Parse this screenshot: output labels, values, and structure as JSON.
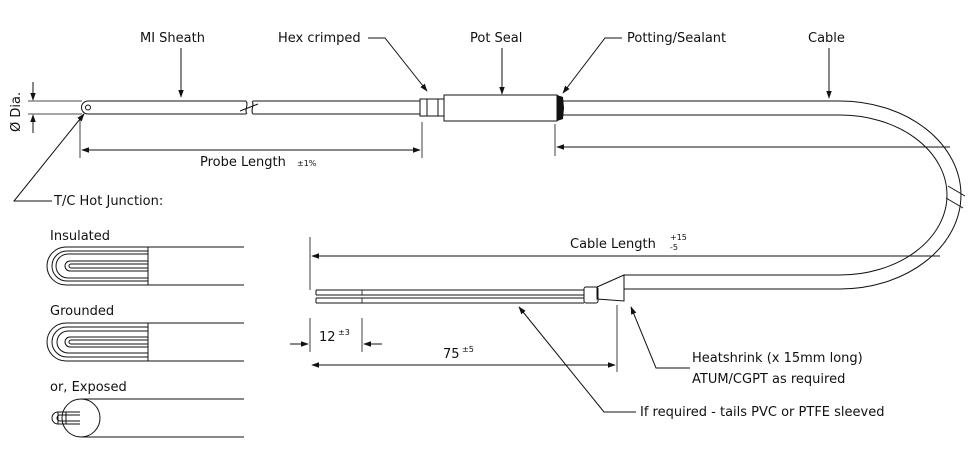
{
  "labels": {
    "mi_sheath": "MI Sheath",
    "hex_crimped": "Hex crimped",
    "pot_seal": "Pot Seal",
    "potting_sealant": "Potting/Sealant",
    "cable": "Cable",
    "dia": "Ø Dia.",
    "probe_length": "Probe Length",
    "probe_tol": "±1%",
    "hot_junction": "T/C Hot Junction:",
    "insulated": "Insulated",
    "grounded": "Grounded",
    "exposed": "or, Exposed",
    "cable_length": "Cable Length",
    "cable_tol_plus": "+15",
    "cable_tol_minus": "-5",
    "dim_12": "12",
    "dim_12_tol": "±3",
    "dim_75": "75",
    "dim_75_tol": "±5",
    "heatshrink_1": "Heatshrink (x 15mm long)",
    "heatshrink_2": "ATUM/CGPT as required",
    "tails_note": "If required - tails PVC or PTFE sleeved"
  },
  "colors": {
    "ink": "#111111",
    "background": "#ffffff"
  }
}
